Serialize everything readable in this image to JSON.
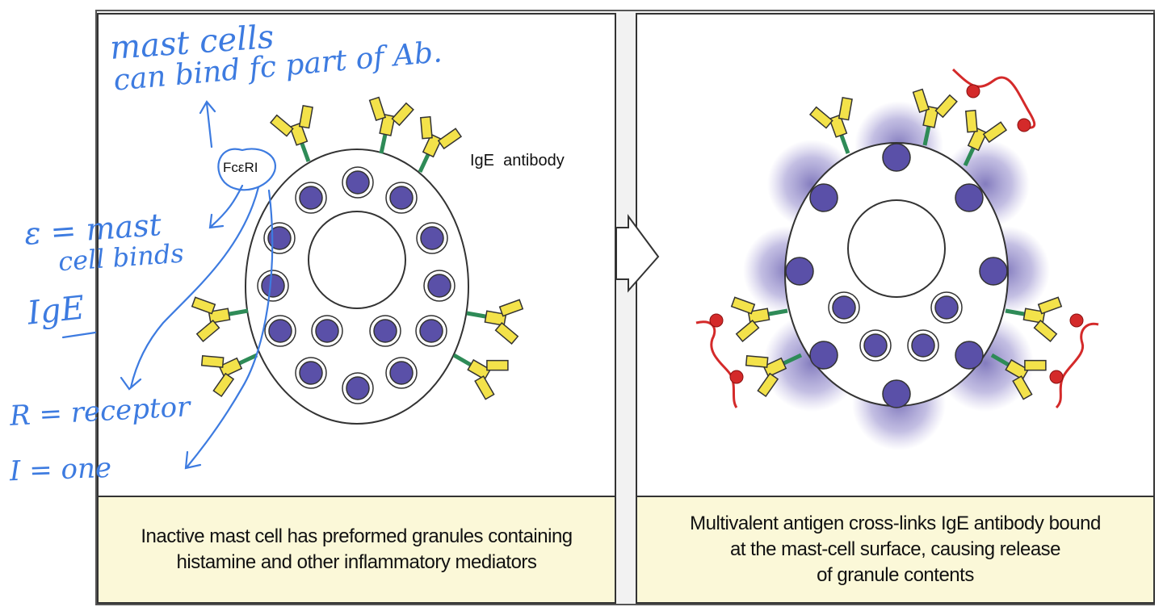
{
  "left_panel": {
    "label_receptor": "FcεRI",
    "label_antibody": "IgE  antibody",
    "caption_lines": [
      "Inactive mast cell has preformed granules containing",
      "histamine and other inflammatory mediators"
    ]
  },
  "right_panel": {
    "caption_lines": [
      "Multivalent antigen cross-links IgE antibody bound",
      "at the mast-cell surface, causing release",
      "of granule contents"
    ]
  },
  "handwritten_notes": {
    "note_top_line1": "mast cells",
    "note_top_line2": "can bind fc part of Ab.",
    "note_epsilon": "ε = mast",
    "note_epsilon2": "cell binds",
    "note_ige": "IgE",
    "note_r": "R = receptor",
    "note_i": "I = one"
  },
  "colors": {
    "granule": "#5a50a8",
    "antibody": "#f3e24a",
    "stem": "#2e8b57",
    "antigen": "#d42a2a",
    "caption_bg": "#fbf8d8",
    "ink": "#3d7be0"
  }
}
